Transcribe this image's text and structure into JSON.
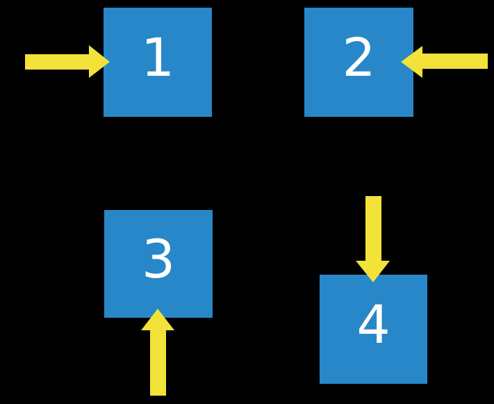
{
  "colors": {
    "background": "#000000",
    "box": "#2887C8",
    "arrow": "#F2E23A",
    "label": "#FFFFFF"
  },
  "boxes": [
    {
      "label": "1",
      "arrow_side": "left",
      "arrow_direction": "right"
    },
    {
      "label": "2",
      "arrow_side": "right",
      "arrow_direction": "left"
    },
    {
      "label": "3",
      "arrow_side": "below",
      "arrow_direction": "up"
    },
    {
      "label": "4",
      "arrow_side": "above",
      "arrow_direction": "down"
    }
  ]
}
